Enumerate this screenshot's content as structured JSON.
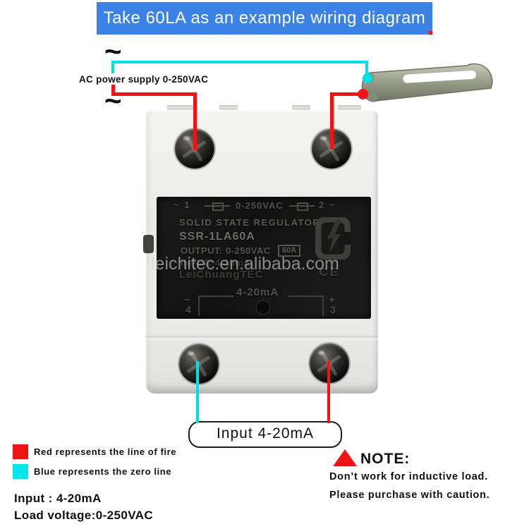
{
  "banner": {
    "text": "Take 60LA as an example wiring diagram",
    "bg": "#3b82e6"
  },
  "supply": {
    "tilde": "~",
    "label": "AC power supply 0-250VAC"
  },
  "device": {
    "terminal_left": "~ 1",
    "terminal_center": "0-250VAC",
    "terminal_right": "2 ~",
    "title": "SOLID STATE REGULATOR",
    "model": "SSR-1LA60A",
    "output_line": "OUTPUT: 0-250VAC",
    "rating_badge": "60A",
    "input_line": "INPUT: 4-20mA",
    "brand": "LeiChuangTEC",
    "ce_mark": "CE",
    "signal_label": "4-20mA",
    "minus": "−",
    "plus": "+",
    "pin_left": "4",
    "pin_right": "3"
  },
  "watermark": "leichitec.en.alibaba.com",
  "input_box": {
    "label": "Input 4-20mA"
  },
  "legend": [
    {
      "swatch": "#f01313",
      "text": "Red represents the line of fire"
    },
    {
      "swatch": "#00e6ea",
      "text": "Blue represents the zero line"
    }
  ],
  "specs": [
    "Input : 4-20mA",
    "Load voltage:0-250VAC"
  ],
  "note": {
    "title": "NOTE:",
    "line1": "Don’t work for inductive load.",
    "line2": "Please purchase with caution."
  },
  "colors": {
    "wire_red": "#f01313",
    "wire_cyan": "#00e0e6",
    "banner_blue": "#3b82e6"
  }
}
